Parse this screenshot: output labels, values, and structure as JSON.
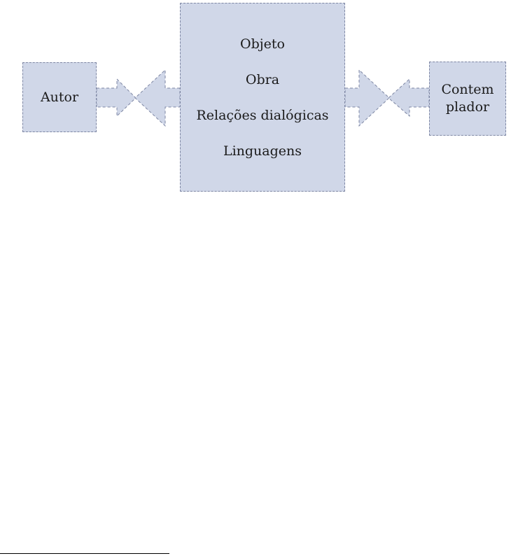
{
  "diagram": {
    "left_node": {
      "label": "Autor"
    },
    "center_node": {
      "items": [
        "Objeto",
        "Obra",
        "Relações dialógicas",
        "Linguagens"
      ]
    },
    "right_node": {
      "label_line1": "Contem",
      "label_line2": "plador"
    }
  },
  "colors": {
    "box_fill": "#d0d7e8",
    "box_border": "#7d86a3",
    "arrow_fill": "#d0d7e8"
  }
}
